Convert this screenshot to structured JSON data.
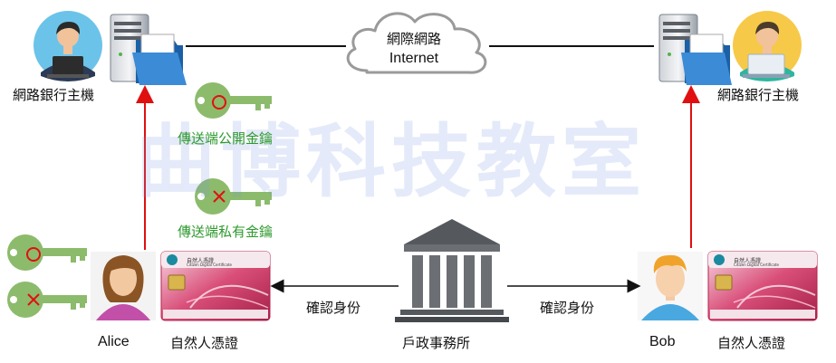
{
  "watermark": "曲博科技教室",
  "cloud": {
    "line1": "網際網路",
    "line2": "Internet"
  },
  "left_server": {
    "label": "網路銀行主機"
  },
  "right_server": {
    "label": "網路銀行主機"
  },
  "keys": {
    "public_label": "傳送端公開金鑰",
    "private_label": "傳送端私有金鑰"
  },
  "alice": {
    "name": "Alice",
    "card_label": "自然人憑證"
  },
  "bob": {
    "name": "Bob",
    "card_label": "自然人憑證"
  },
  "office": {
    "label": "戶政事務所",
    "verify_left": "確認身份",
    "verify_right": "確認身份"
  },
  "card": {
    "title": "自然人憑證",
    "subtitle": "Citizen Digital Certificate"
  },
  "colors": {
    "key_green": "#8cbb6c",
    "arrow_red": "#e01010",
    "cloud_stroke": "#9a9a9a",
    "card_red": "#c8325a"
  },
  "icons": {
    "bank_host": "server-with-folder-icon",
    "person_at_laptop": "person-laptop-icon",
    "key_public": "key-circle-icon",
    "key_private": "key-cross-icon",
    "government_office": "building-columns-icon"
  }
}
